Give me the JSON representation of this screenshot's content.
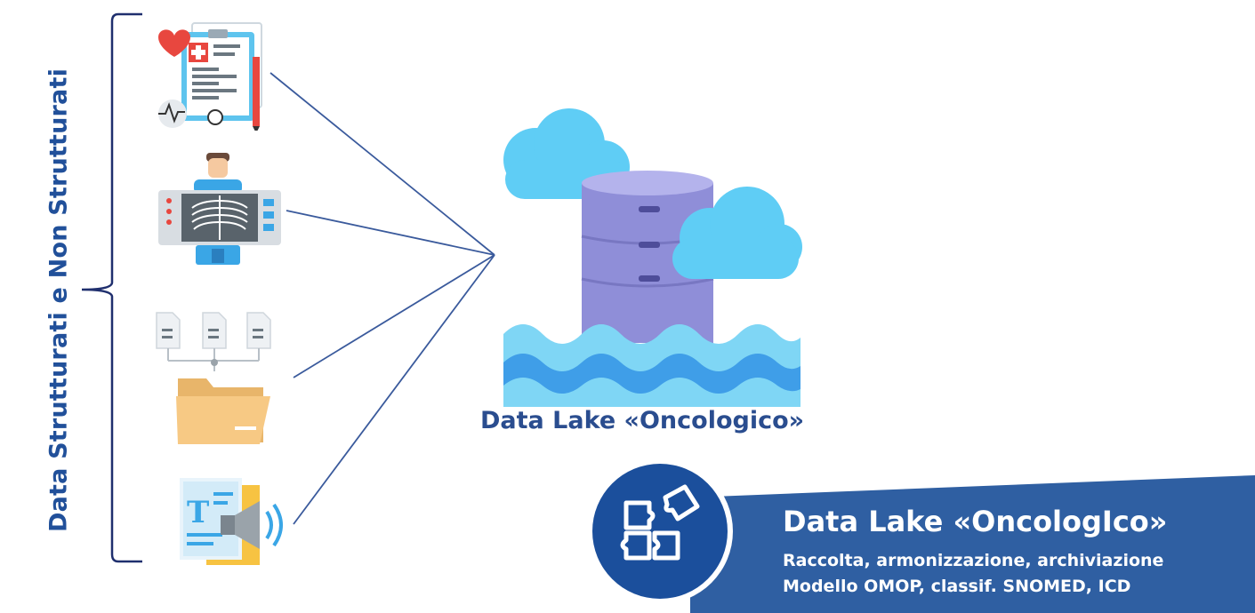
{
  "side_label": "Data Strutturati e Non Strutturati",
  "lake": {
    "title": "Data Lake «Oncologico»"
  },
  "banner": {
    "title": "Data Lake «OncologIco»",
    "line1": "Raccolta, armonizzazione, archiviazione",
    "line2": "Modello OMOP, classif. SNOMED, ICD"
  },
  "colors": {
    "navy": "#21509a",
    "banner_blue": "#2f5fa2",
    "circle_blue": "#1b4f9c",
    "line_blue": "#3a5a9c",
    "cloud_light": "#5fcdf5",
    "cloud_dark": "#3aa6e6",
    "cylinder": "#8f8ed8",
    "water_light": "#7fd6f5",
    "water_dark": "#3f9ee8"
  },
  "icons": [
    "medical-record-icon",
    "xray-icon",
    "file-folder-icon",
    "text-audio-icon",
    "database-icon",
    "cloud-icon",
    "puzzle-icon"
  ]
}
